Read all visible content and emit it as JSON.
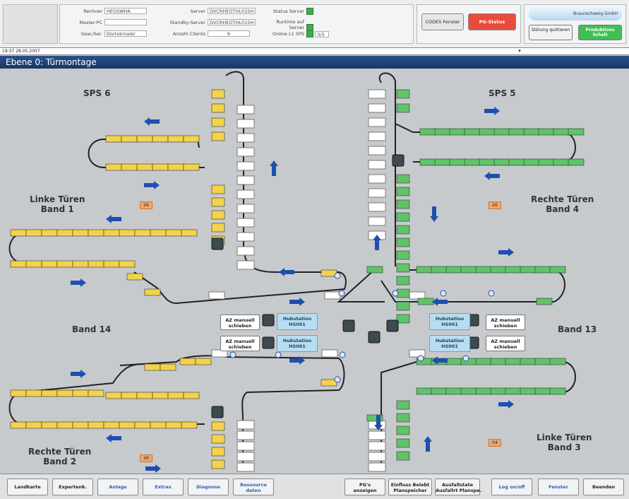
{
  "header": {
    "fields": [
      {
        "label": "Rechner",
        "value": "HEOSWHA"
      },
      {
        "label": "Master-PC",
        "value": ""
      },
      {
        "label": "Gew./Ser.",
        "value": "Dortekmaler"
      },
      {
        "label": "Server",
        "value": "DVCRHEOTHL01SH"
      },
      {
        "label": "Standby-Server",
        "value": "DVCRHEOTHL01SH"
      },
      {
        "label": "Anzahl Clients",
        "value": "9"
      },
      {
        "label": "Status Server",
        "value": ""
      },
      {
        "label": "Runtime auf Server",
        "value": ""
      },
      {
        "label": "Online L1 SPS",
        "value": "3/3"
      }
    ],
    "btn_codes": "CODES Fenster",
    "btn_pg_status": "PG-Status",
    "brand": "Braunschweig GmbH",
    "btn_stoerung": "Störung quittieren",
    "btn_produktion": "Produktions Schalt"
  },
  "timestamp": "19:37 28.05.2007",
  "title": "Ebene 0: Türmontage",
  "areas": {
    "sps6": "SPS 6",
    "sps5": "SPS 5",
    "linke1": "Linke Türen\nBand 1",
    "rechte4": "Rechte Türen\nBand 4",
    "band14": "Band 14",
    "band13": "Band 13",
    "rechte2": "Rechte Türen\nBand 2",
    "linke3": "Linke Türen\nBand 3"
  },
  "panels": {
    "az_manuell": "AZ manuell schieben",
    "hubstation_1": "Hubstation HS001",
    "hubstation_2": "Hubstation HS001",
    "hubstation_3": "Hubstation HS001",
    "hubstation_4": "Hubstation HS001"
  },
  "counters": [
    "26",
    "26",
    "26",
    "04"
  ],
  "colors": {
    "yellow_carrier": "#f3d24c",
    "green_carrier": "#5fc36a",
    "arrow": "#1f4fb0",
    "title_bar": "#1c3f75"
  },
  "bottom": {
    "buttons": [
      "Landkarte",
      "Expertenk.",
      "Anlage",
      "Extras",
      "Diagnose",
      "Ressource\ndaten",
      "PG's\nanzeigen",
      "Einfluss Belebt\nPlanspeicher",
      "Ausfallstate\nAusfallrt Planspe.",
      "Log on/off",
      "Fenster",
      "Beenden"
    ]
  }
}
